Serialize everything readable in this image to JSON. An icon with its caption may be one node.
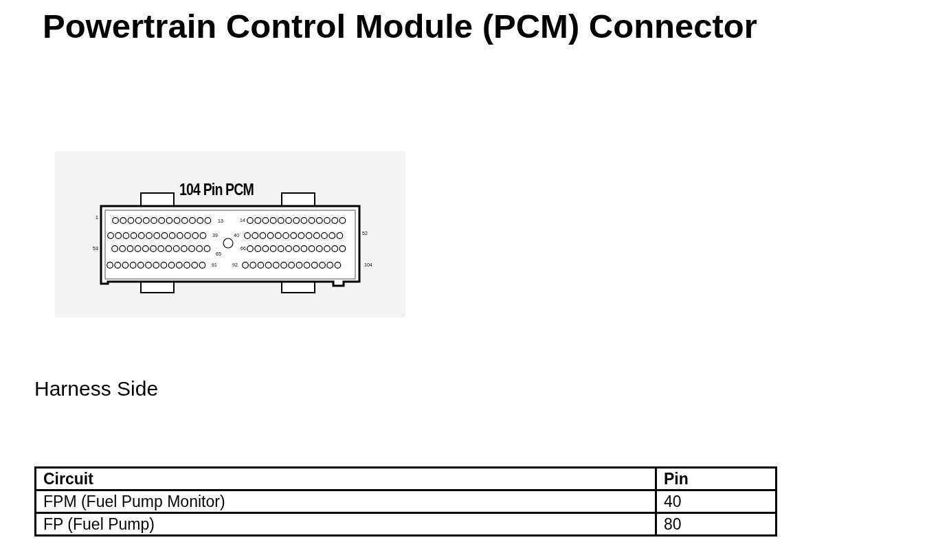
{
  "diagram": {
    "title": "Powertrain Control Module (PCM) Connector",
    "labels": [
      "104 Pin PCM",
      "1",
      "13",
      "14",
      "39",
      "40",
      "52",
      "53",
      "65",
      "66",
      "91",
      "92",
      "104",
      "Harness Side",
      "Circuit",
      "Pin",
      "FPM (Fuel Pump Monitor)",
      "40",
      "FP (Fuel Pump)",
      "80"
    ]
  }
}
